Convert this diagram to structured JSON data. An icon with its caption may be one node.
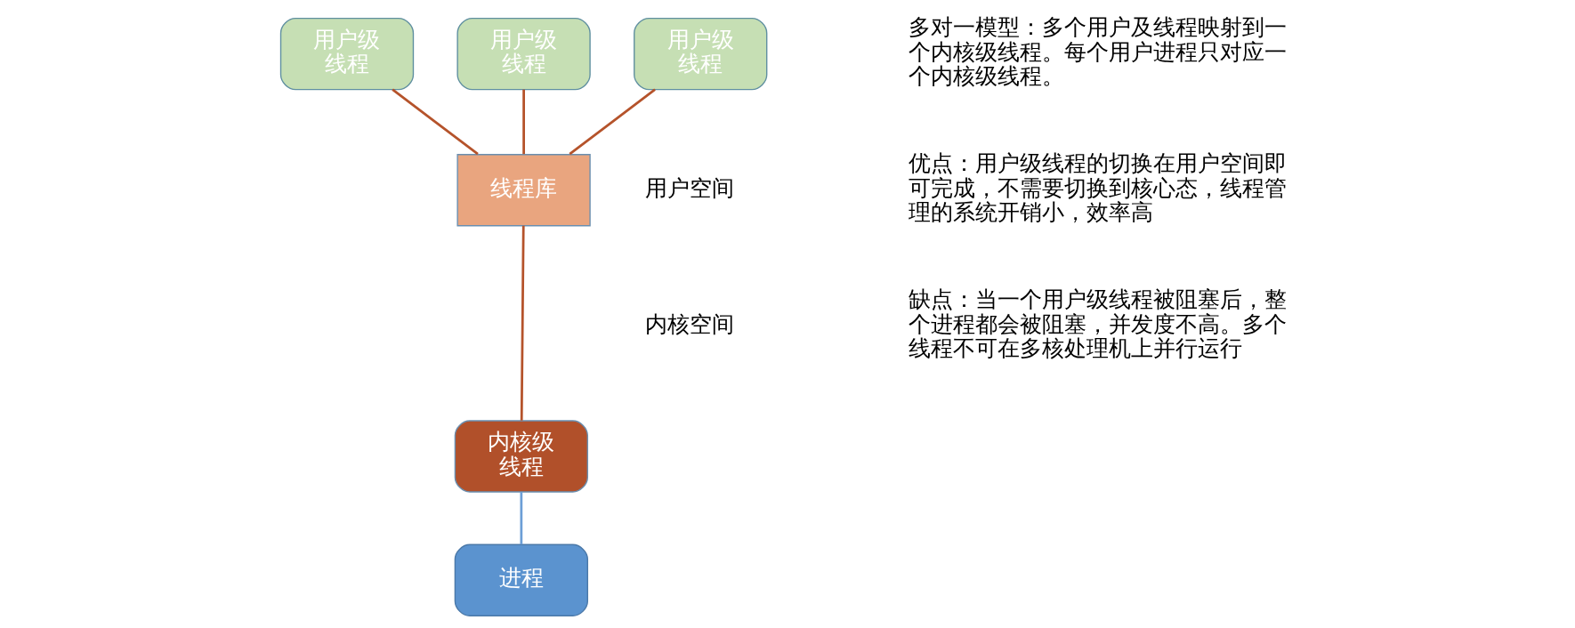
{
  "diagram": {
    "nodes": [
      {
        "text": [
          "用户级线程"
        ]
      },
      {
        "text": [
          "用户级线程"
        ]
      },
      {
        "text": [
          "用户级线程"
        ]
      },
      {
        "text": [
          "线程库"
        ]
      },
      {
        "text": [
          "内核级线程"
        ]
      },
      {
        "text": [
          "进程"
        ]
      }
    ],
    "edges": [
      {
        "from": 0,
        "to": 3,
        "arrow": "none"
      },
      {
        "from": 1,
        "to": 3,
        "arrow": "none"
      },
      {
        "from": 2,
        "to": 3,
        "arrow": "none"
      },
      {
        "from": 3,
        "to": 4,
        "arrow": "none"
      },
      {
        "from": 4,
        "to": 5,
        "arrow": "none",
        "color": "#6d9fd6"
      }
    ],
    "labels": [
      "用户空间",
      "内核空间",
      "多对一模型：多个用户及线程映射到一个内核级线程。每个用户进程只对应一个内核级线程。",
      "优点：用户级线程的切换在用户空间即可完成，不需要切换到核心态，线程管理的系统开销小，效率高",
      "缺点：当一个用户级线程被阻塞后，整个进程都会被阻塞，并发度不高。多个线程不可在多核处理机上并行运行"
    ]
  }
}
